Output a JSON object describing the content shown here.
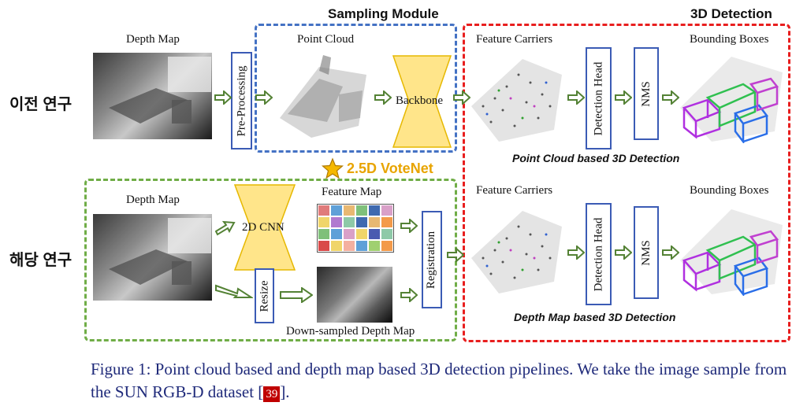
{
  "sections": {
    "sampling_module": "Sampling Module",
    "detection_3d": "3D Detection",
    "votenet": "2.5D VoteNet"
  },
  "rows": {
    "previous": "이전 연구",
    "current": "해당 연구"
  },
  "top": {
    "depth_map": "Depth Map",
    "pre_processing": "Pre-Processing",
    "point_cloud": "Point Cloud",
    "backbone": "Backbone",
    "feature_carriers": "Feature Carriers",
    "detection_head": "Detection Head",
    "nms": "NMS",
    "bounding_boxes": "Bounding Boxes",
    "pipeline_title": "Point Cloud based 3D Detection"
  },
  "bottom": {
    "depth_map": "Depth Map",
    "cnn": "2D CNN",
    "feature_map": "Feature Map",
    "resize": "Resize",
    "registration": "Registration",
    "downsampled": "Down-sampled Depth Map",
    "feature_carriers": "Feature Carriers",
    "detection_head": "Detection Head",
    "nms": "NMS",
    "bounding_boxes": "Bounding Boxes",
    "pipeline_title": "Depth Map based 3D Detection"
  },
  "feature_map_colors": [
    "#e07b7b",
    "#5fa0d8",
    "#e8b872",
    "#7fc07a",
    "#3f6ab0",
    "#d9a0c8",
    "#f0d56a",
    "#b07ad0",
    "#8ec9a8",
    "#3f6ab0",
    "#e8b872",
    "#f39a4a",
    "#7fc07a",
    "#5fa0d8",
    "#d9a0c8",
    "#f0d56a",
    "#4a5bb0",
    "#8ec9a8",
    "#d94a4a",
    "#f0d56a",
    "#f4b0a0",
    "#5fa0d8",
    "#a0d070",
    "#f39a4a"
  ],
  "caption": {
    "text": "Figure 1: Point cloud based and depth map based 3D detection pipelines. We take the image sample from the SUN RGB-D dataset [",
    "cite": "39",
    "end": "]."
  }
}
